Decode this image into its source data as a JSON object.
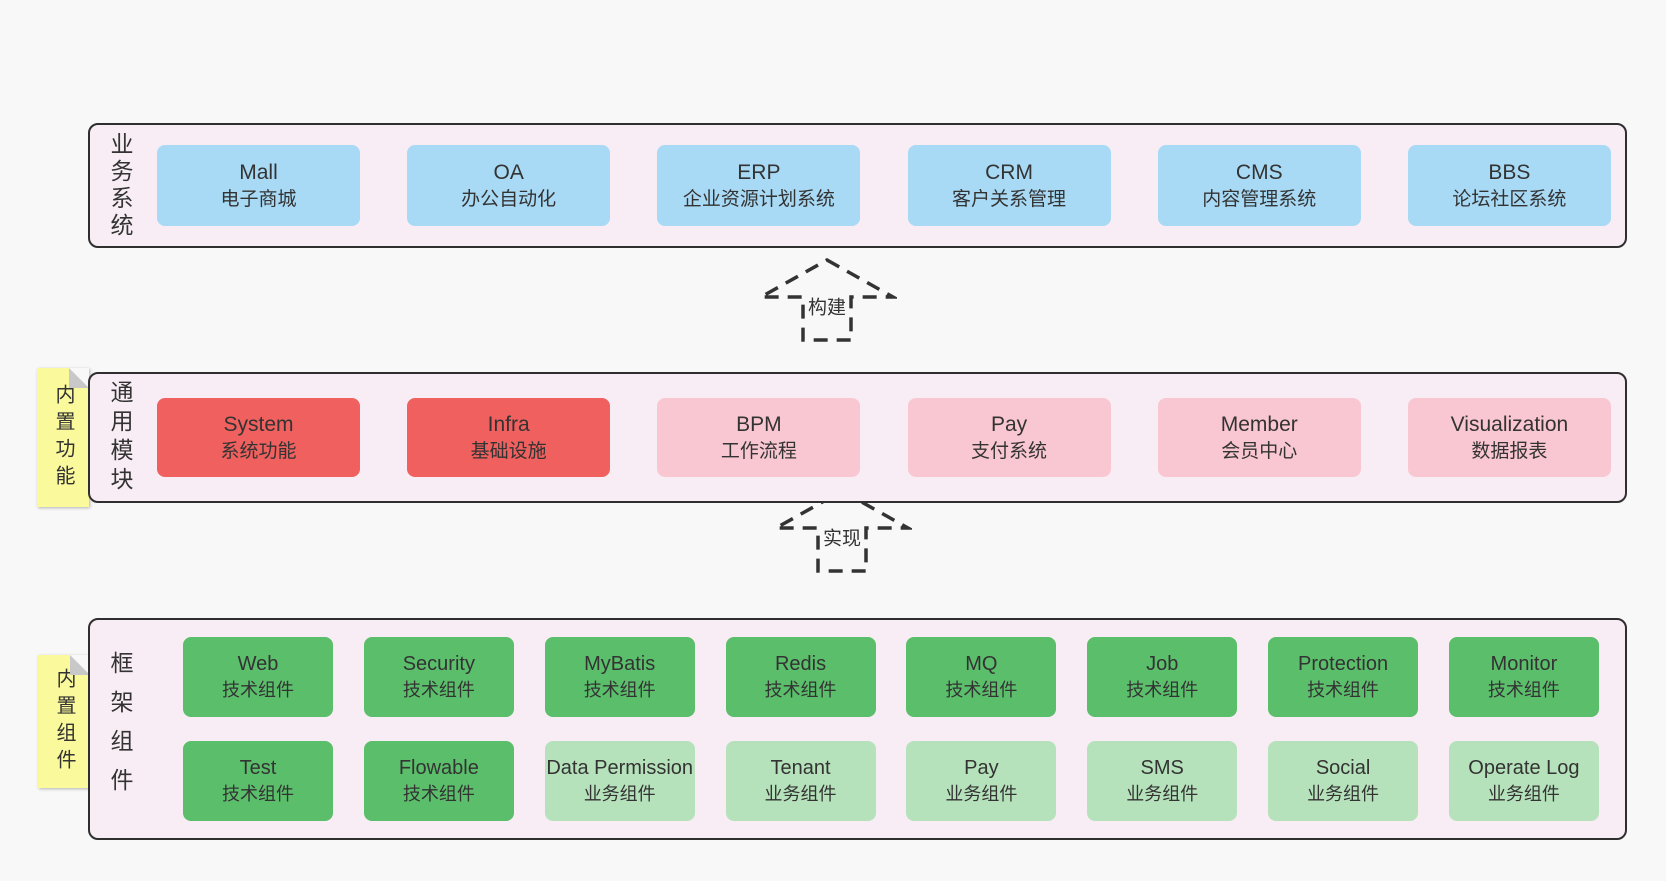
{
  "colors": {
    "page_bg": "#f8f8f8",
    "panel_bg": "#f8edf5",
    "panel_border": "#2f2f2f",
    "business_box_blue": "#a8daf5",
    "module_box_red": "#ef605e",
    "module_box_pink": "#f9c7d1",
    "tech_box_green": "#5bbe6b",
    "biz_box_light_green": "#b6e2bb",
    "sticky_note_yellow": "#fafa9c",
    "sticky_note_fold": "#c8c8c8",
    "text": "#333333"
  },
  "arrows": {
    "build_label": "构建",
    "implement_label": "实现"
  },
  "sections": {
    "business": {
      "title": "业务系统",
      "items": [
        {
          "en": "Mall",
          "zh": "电子商城"
        },
        {
          "en": "OA",
          "zh": "办公自动化"
        },
        {
          "en": "ERP",
          "zh": "企业资源计划系统"
        },
        {
          "en": "CRM",
          "zh": "客户关系管理"
        },
        {
          "en": "CMS",
          "zh": "内容管理系统"
        },
        {
          "en": "BBS",
          "zh": "论坛社区系统"
        }
      ]
    },
    "modules": {
      "title": "通用模块",
      "note": "内置功能",
      "items": [
        {
          "en": "System",
          "zh": "系统功能"
        },
        {
          "en": "Infra",
          "zh": "基础设施"
        },
        {
          "en": "BPM",
          "zh": "工作流程"
        },
        {
          "en": "Pay",
          "zh": "支付系统"
        },
        {
          "en": "Member",
          "zh": "会员中心"
        },
        {
          "en": "Visualization",
          "zh": "数据报表"
        }
      ]
    },
    "framework": {
      "title": "框架组件",
      "note": "内置组件",
      "row1": [
        {
          "en": "Web",
          "zh": "技术组件"
        },
        {
          "en": "Security",
          "zh": "技术组件"
        },
        {
          "en": "MyBatis",
          "zh": "技术组件"
        },
        {
          "en": "Redis",
          "zh": "技术组件"
        },
        {
          "en": "MQ",
          "zh": "技术组件"
        },
        {
          "en": "Job",
          "zh": "技术组件"
        },
        {
          "en": "Protection",
          "zh": "技术组件"
        },
        {
          "en": "Monitor",
          "zh": "技术组件"
        }
      ],
      "row2": [
        {
          "en": "Test",
          "zh": "技术组件"
        },
        {
          "en": "Flowable",
          "zh": "技术组件"
        },
        {
          "en": "Data Permission",
          "zh": "业务组件"
        },
        {
          "en": "Tenant",
          "zh": "业务组件"
        },
        {
          "en": "Pay",
          "zh": "业务组件"
        },
        {
          "en": "SMS",
          "zh": "业务组件"
        },
        {
          "en": "Social",
          "zh": "业务组件"
        },
        {
          "en": "Operate Log",
          "zh": "业务组件"
        }
      ]
    }
  }
}
